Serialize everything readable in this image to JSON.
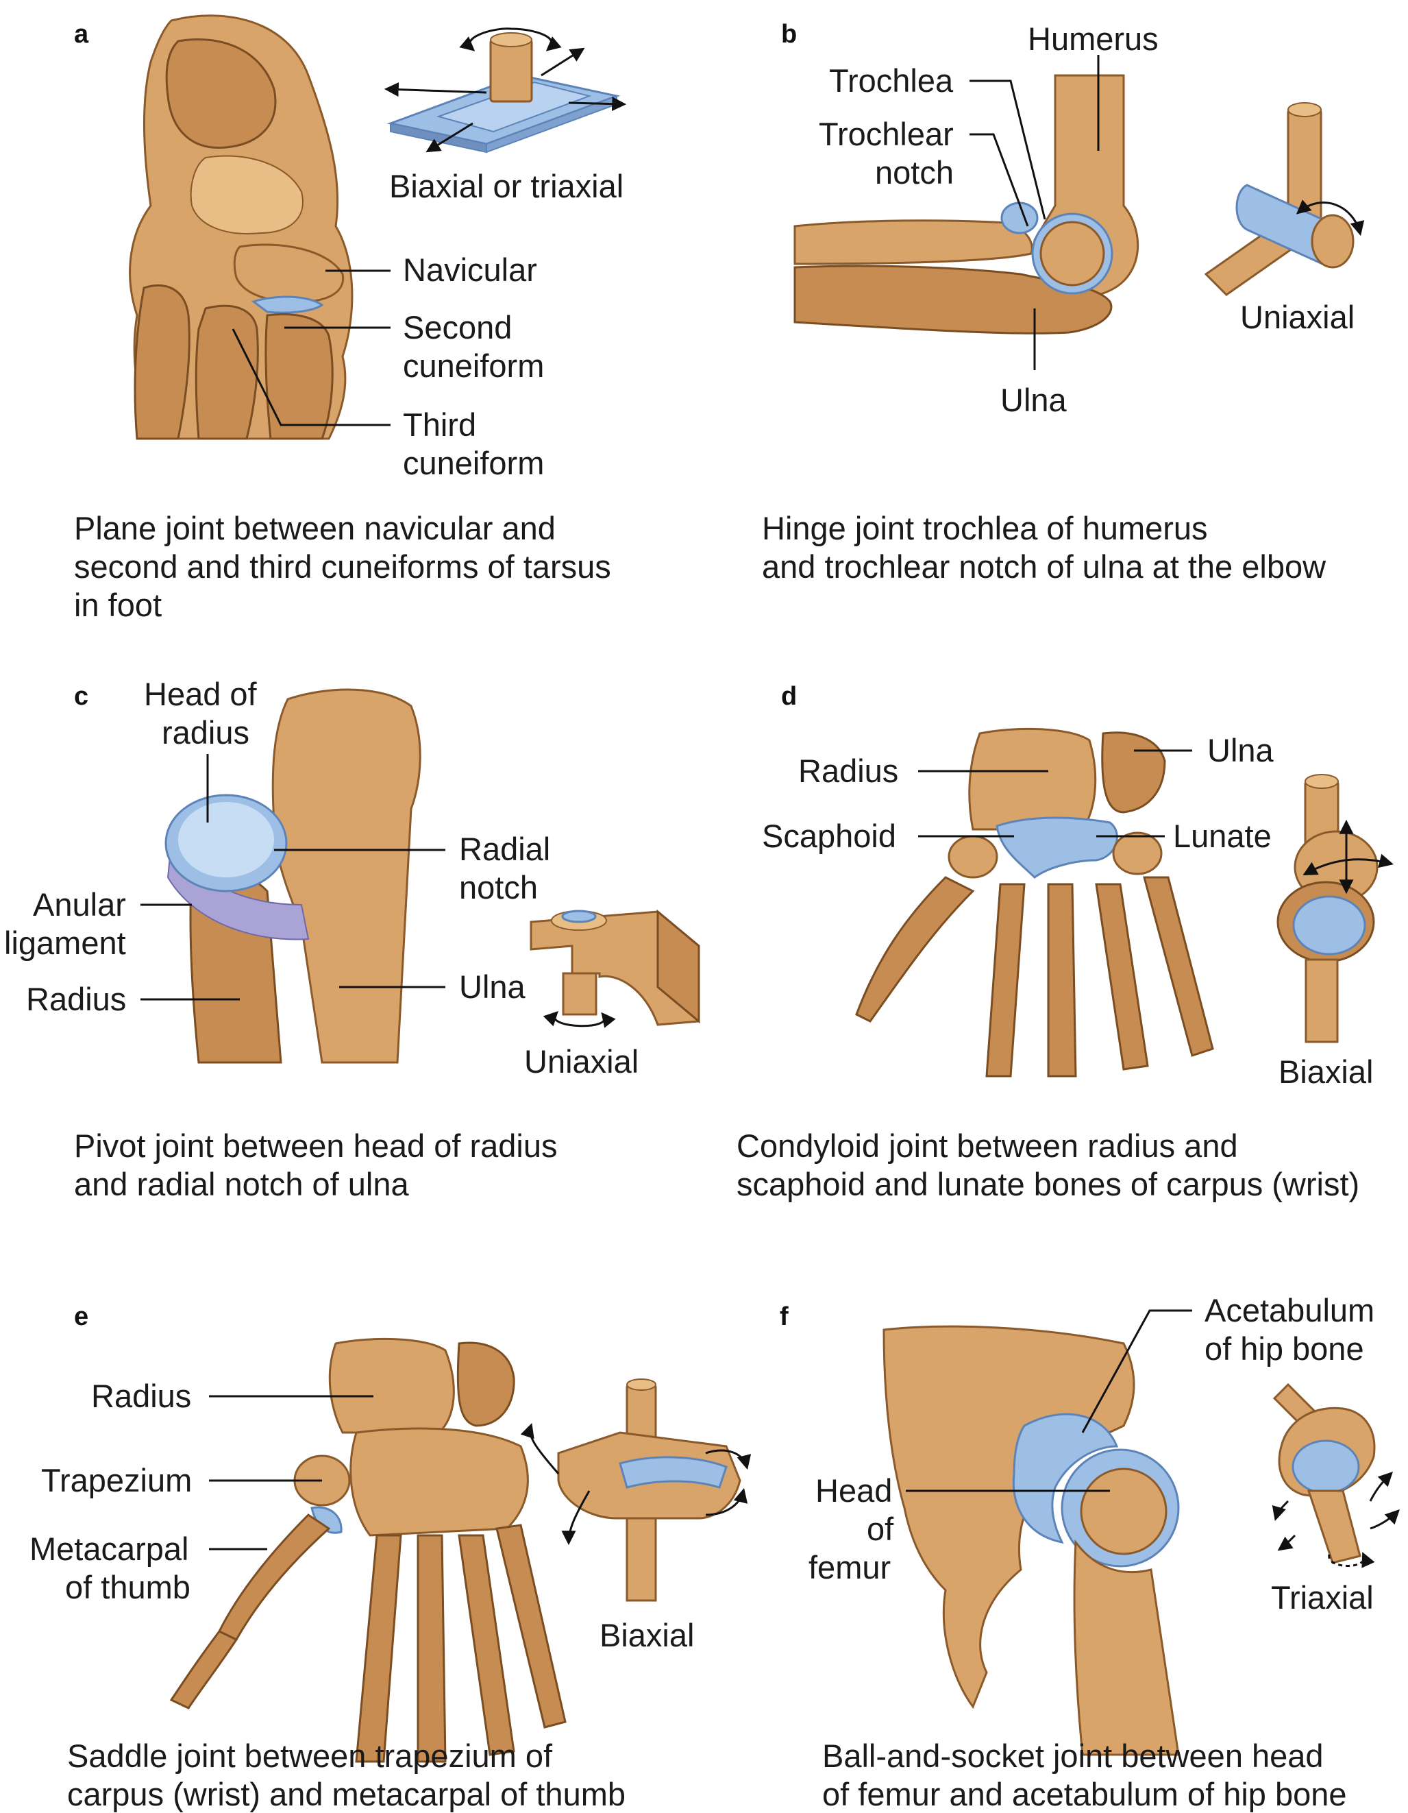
{
  "panels": {
    "a": {
      "letter": "a",
      "model_label": "Biaxial or triaxial",
      "labels": {
        "navicular": "Navicular",
        "second_cuneiform_1": "Second",
        "second_cuneiform_2": "cuneiform",
        "third_cuneiform_1": "Third",
        "third_cuneiform_2": "cuneiform"
      },
      "caption": [
        "Plane joint between navicular and",
        "second and third cuneiforms of tarsus",
        "in foot"
      ]
    },
    "b": {
      "letter": "b",
      "model_label": "Uniaxial",
      "labels": {
        "humerus": "Humerus",
        "trochlea": "Trochlea",
        "trochlear_notch_1": "Trochlear",
        "trochlear_notch_2": "notch",
        "ulna": "Ulna"
      },
      "caption": [
        "Hinge joint trochlea of humerus",
        "and trochlear notch of ulna at the elbow"
      ]
    },
    "c": {
      "letter": "c",
      "model_label": "Uniaxial",
      "labels": {
        "head_of_radius_1": "Head of",
        "head_of_radius_2": "radius",
        "radial_notch_1": "Radial",
        "radial_notch_2": "notch",
        "anular_ligament_1": "Anular",
        "anular_ligament_2": "ligament",
        "radius": "Radius",
        "ulna": "Ulna"
      },
      "caption": [
        "Pivot joint between head of radius",
        "and radial notch of ulna"
      ]
    },
    "d": {
      "letter": "d",
      "model_label": "Biaxial",
      "labels": {
        "radius": "Radius",
        "ulna": "Ulna",
        "scaphoid": "Scaphoid",
        "lunate": "Lunate"
      },
      "caption": [
        "Condyloid joint between radius and",
        "scaphoid and lunate bones of carpus (wrist)"
      ]
    },
    "e": {
      "letter": "e",
      "model_label": "Biaxial",
      "labels": {
        "radius": "Radius",
        "trapezium": "Trapezium",
        "metacarpal_1": "Metacarpal",
        "metacarpal_2": "of thumb"
      },
      "caption": [
        "Saddle joint between trapezium of",
        "carpus (wrist) and metacarpal of thumb"
      ]
    },
    "f": {
      "letter": "f",
      "model_label": "Triaxial",
      "labels": {
        "acetabulum_1": "Acetabulum",
        "acetabulum_2": "of hip bone",
        "head_femur_1": "Head",
        "head_femur_2": "of",
        "head_femur_3": "femur"
      },
      "caption": [
        "Ball-and-socket joint between head",
        "of femur and acetabulum of hip bone"
      ]
    }
  },
  "colors": {
    "bone": "#d9a46a",
    "bone_dark": "#c68c52",
    "cartilage": "#9dbfe6",
    "ligament": "#a9a3d6"
  }
}
